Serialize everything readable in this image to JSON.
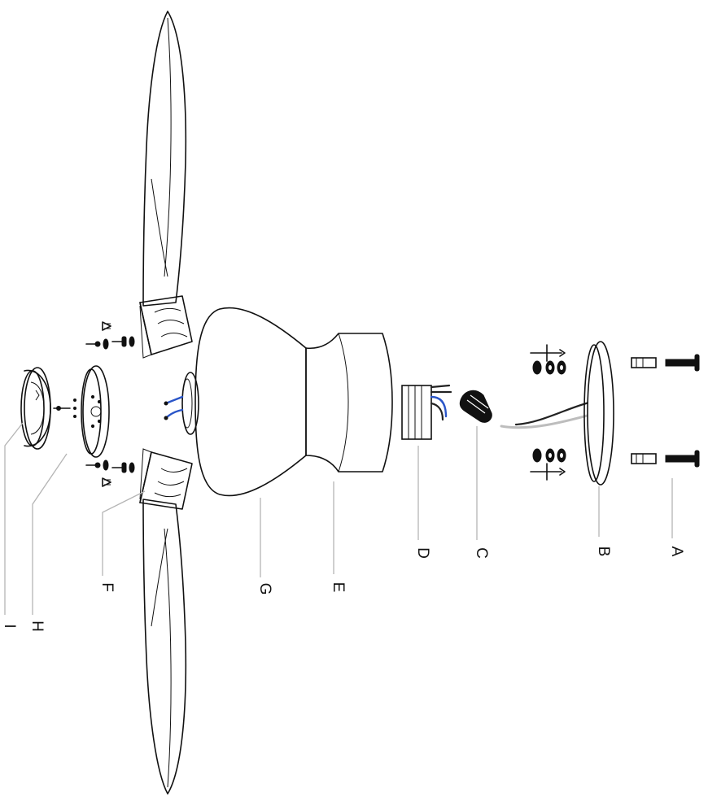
{
  "parts": {
    "A": "A",
    "B": "B",
    "C": "C",
    "D": "D",
    "E": "E",
    "F": "F",
    "G": "G",
    "H": "H",
    "I": "I"
  },
  "colors": {
    "line": "#111111",
    "leader": "#b5b5b5",
    "wire_blue": "#2a55c8",
    "wire_grey": "#bdbdbd"
  }
}
